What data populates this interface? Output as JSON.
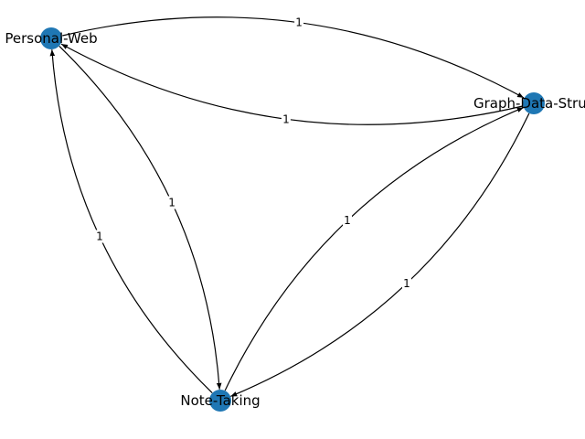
{
  "graph": {
    "directed": true,
    "node_color": "#1f77b4",
    "edge_color": "#000000",
    "nodes": [
      {
        "id": "personal-web",
        "label": "Personal-Web"
      },
      {
        "id": "graph-data-struc",
        "label": "Graph-Data-Struc"
      },
      {
        "id": "note-taking",
        "label": "Note-Taking"
      }
    ],
    "edges": [
      {
        "source": "personal-web",
        "target": "graph-data-struc",
        "label": "1"
      },
      {
        "source": "graph-data-struc",
        "target": "personal-web",
        "label": "1"
      },
      {
        "source": "personal-web",
        "target": "note-taking",
        "label": "1"
      },
      {
        "source": "note-taking",
        "target": "personal-web",
        "label": "1"
      },
      {
        "source": "graph-data-struc",
        "target": "note-taking",
        "label": "1"
      },
      {
        "source": "note-taking",
        "target": "graph-data-struc",
        "label": "1"
      }
    ]
  }
}
